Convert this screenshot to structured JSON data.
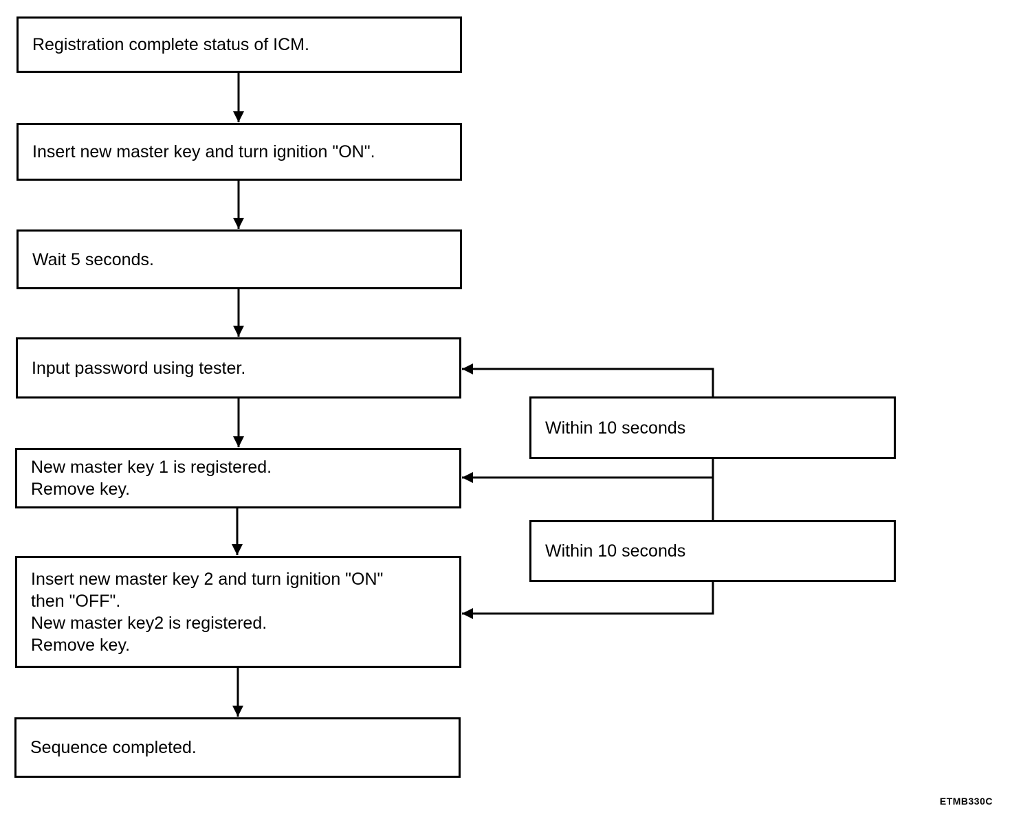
{
  "steps": [
    {
      "lines": [
        "Registration complete status of ICM."
      ]
    },
    {
      "lines": [
        "Insert new master key and turn ignition \"ON\"."
      ]
    },
    {
      "lines": [
        "Wait 5 seconds."
      ]
    },
    {
      "lines": [
        "Input password using tester."
      ]
    },
    {
      "lines": [
        "New master key 1 is registered.",
        "Remove key."
      ]
    },
    {
      "lines": [
        "Insert new master key 2 and turn ignition \"ON\"",
        "then \"OFF\".",
        "New master key2 is registered.",
        "Remove key."
      ]
    },
    {
      "lines": [
        "Sequence completed."
      ]
    }
  ],
  "timers": [
    {
      "label": "Within 10 seconds"
    },
    {
      "label": "Within 10 seconds"
    }
  ],
  "figure_code": "ETMB330C"
}
